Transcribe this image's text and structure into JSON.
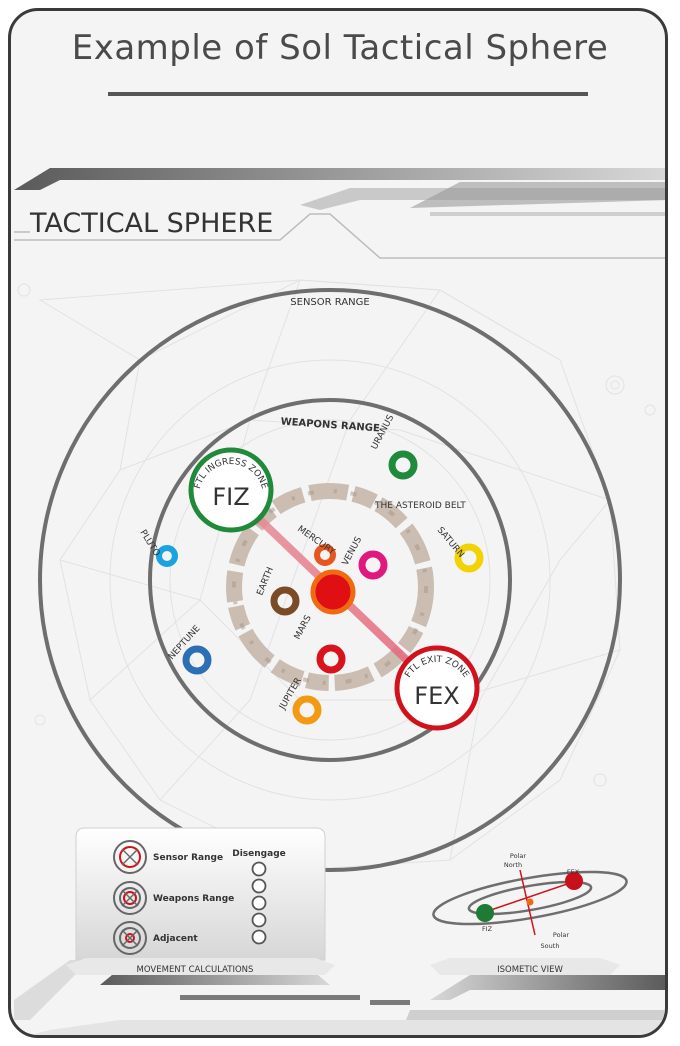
{
  "page_title": "Example of Sol Tactical Sphere",
  "section_header": "TACTICAL SPHERE",
  "rings": {
    "sensor": "SENSOR RANGE",
    "weapons": "WEAPONS RANGE",
    "asteroid_belt": "THE ASTEROID BELT"
  },
  "zones": {
    "fiz": {
      "arc_label": "FTL INGRESS ZONE",
      "code": "FIZ",
      "color": "#1e8a3a"
    },
    "fex": {
      "arc_label": "FTL EXIT ZONE",
      "code": "FEX",
      "color": "#d1121c"
    }
  },
  "planets": {
    "mercury": {
      "name": "MERCURY",
      "color": "#e8561f"
    },
    "venus": {
      "name": "VENUS",
      "color": "#e0197d"
    },
    "earth": {
      "name": "EARTH",
      "color": "#7b4a26"
    },
    "mars": {
      "name": "MARS",
      "color": "#d7141e"
    },
    "jupiter": {
      "name": "JUPITER",
      "color": "#f39a12"
    },
    "saturn": {
      "name": "SATURN",
      "color": "#f2d200"
    },
    "uranus": {
      "name": "URANUS",
      "color": "#1f8a3c"
    },
    "neptune": {
      "name": "NEPTUNE",
      "color": "#2c6fb5"
    },
    "pluto": {
      "name": "PLUTO",
      "color": "#1aa3e0"
    }
  },
  "sun_color": "#e00f14",
  "movement": {
    "title": "MOVEMENT CALCULATIONS",
    "disengage": "Disengage",
    "rows": [
      "Sensor Range",
      "Weapons Range",
      "Adjacent"
    ]
  },
  "isometric": {
    "title": "ISOMETIC VIEW",
    "polar_north_1": "Polar",
    "polar_north_2": "North",
    "polar_south_1": "Polar",
    "polar_south_2": "South",
    "fex": "FEX",
    "fiz": "FIZ"
  }
}
